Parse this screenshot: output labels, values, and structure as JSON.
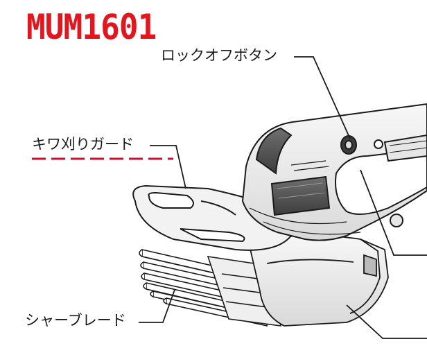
{
  "title": "MUM1601",
  "labels": {
    "lock_off_button": "ロックオフボタン",
    "edge_guard": "キワ刈りガード",
    "shear_blade": "シャーブレード"
  },
  "colors": {
    "title": "#e8141c",
    "underline_dash": "#c8102e",
    "line": "#1a1a1a"
  }
}
